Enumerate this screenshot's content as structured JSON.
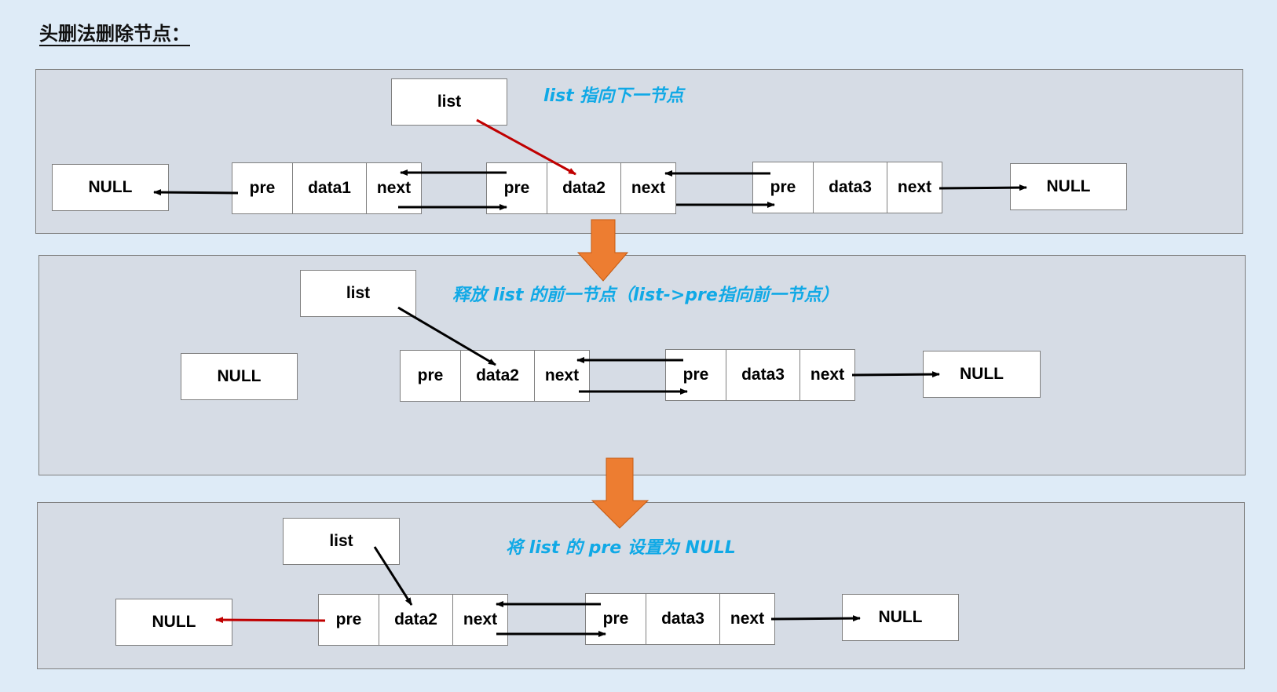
{
  "title": "头删法删除节点：",
  "colors": {
    "background": "#deebf7",
    "panel": "#d6dce5",
    "caption": "#10a9e6",
    "highlight_arrow": "#c00000",
    "step_arrow": "#ed7d31"
  },
  "panels": [
    {
      "caption": "list 指向下一节点",
      "list_label": "list",
      "null_left": "NULL",
      "null_right": "NULL",
      "nodes": [
        {
          "pre": "pre",
          "data": "data1",
          "next": "next"
        },
        {
          "pre": "pre",
          "data": "data2",
          "next": "next"
        },
        {
          "pre": "pre",
          "data": "data3",
          "next": "next"
        }
      ]
    },
    {
      "caption": "释放 list 的前一节点（list->pre指向前一节点）",
      "list_label": "list",
      "null_left": "NULL",
      "null_right": "NULL",
      "nodes": [
        {
          "pre": "pre",
          "data": "data2",
          "next": "next"
        },
        {
          "pre": "pre",
          "data": "data3",
          "next": "next"
        }
      ]
    },
    {
      "caption": "将 list 的 pre 设置为 NULL",
      "list_label": "list",
      "null_left": "NULL",
      "null_right": "NULL",
      "nodes": [
        {
          "pre": "pre",
          "data": "data2",
          "next": "next"
        },
        {
          "pre": "pre",
          "data": "data3",
          "next": "next"
        }
      ]
    }
  ]
}
